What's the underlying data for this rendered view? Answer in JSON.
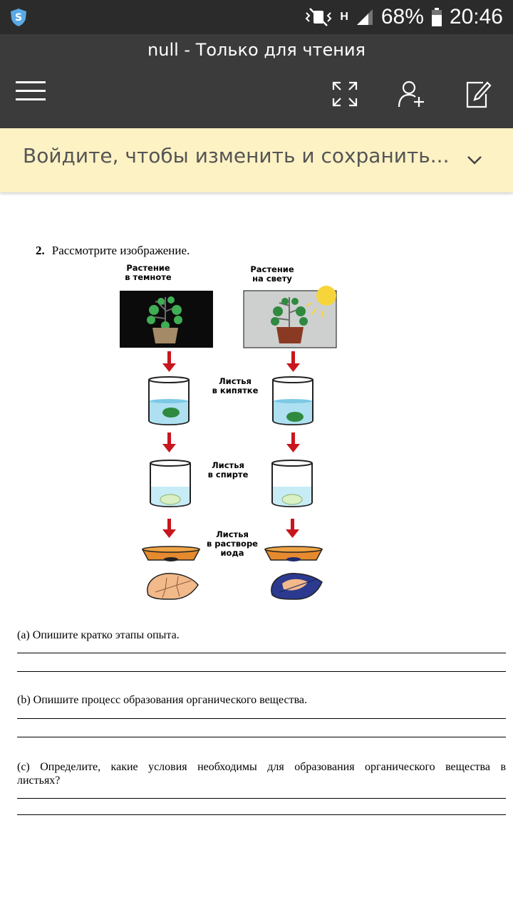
{
  "status_bar": {
    "battery_percent": "68%",
    "time": "20:46",
    "network_label": "H",
    "icons": [
      "shield-icon",
      "vibrate-icon",
      "signal-icon",
      "battery-icon"
    ]
  },
  "app_bar": {
    "title": "null - Только для чтения",
    "icons": [
      "menu-icon",
      "fullscreen-icon",
      "add-person-icon",
      "edit-icon"
    ]
  },
  "banner": {
    "text": "Войдите, чтобы изменить и сохранить...",
    "icon": "chevron-down-icon"
  },
  "document": {
    "question_number": "2.",
    "question_text": "Рассмотрите изображение.",
    "figure": {
      "left_label": [
        "Растение",
        "в темноте"
      ],
      "right_label": [
        "Растение",
        "на свету"
      ],
      "step1_label": [
        "Листья",
        "в кипятке"
      ],
      "step2_label": [
        "Листья",
        "в спирте"
      ],
      "step3_label": [
        "Листья",
        "в растворе",
        "иода"
      ]
    },
    "part_a": "(a) Опишите кратко этапы опыта.",
    "part_b": "(b) Опишите процесс образования органического вещества.",
    "part_c_line1": "(c) Определите, какие условия необходимы для образования органического вещества в",
    "part_c_line2": "листьях?"
  },
  "colors": {
    "status_bar": "#2b2b2b",
    "app_bar": "#3b3b3b",
    "banner": "#fdf2c4",
    "arrow": "#c8161d"
  }
}
